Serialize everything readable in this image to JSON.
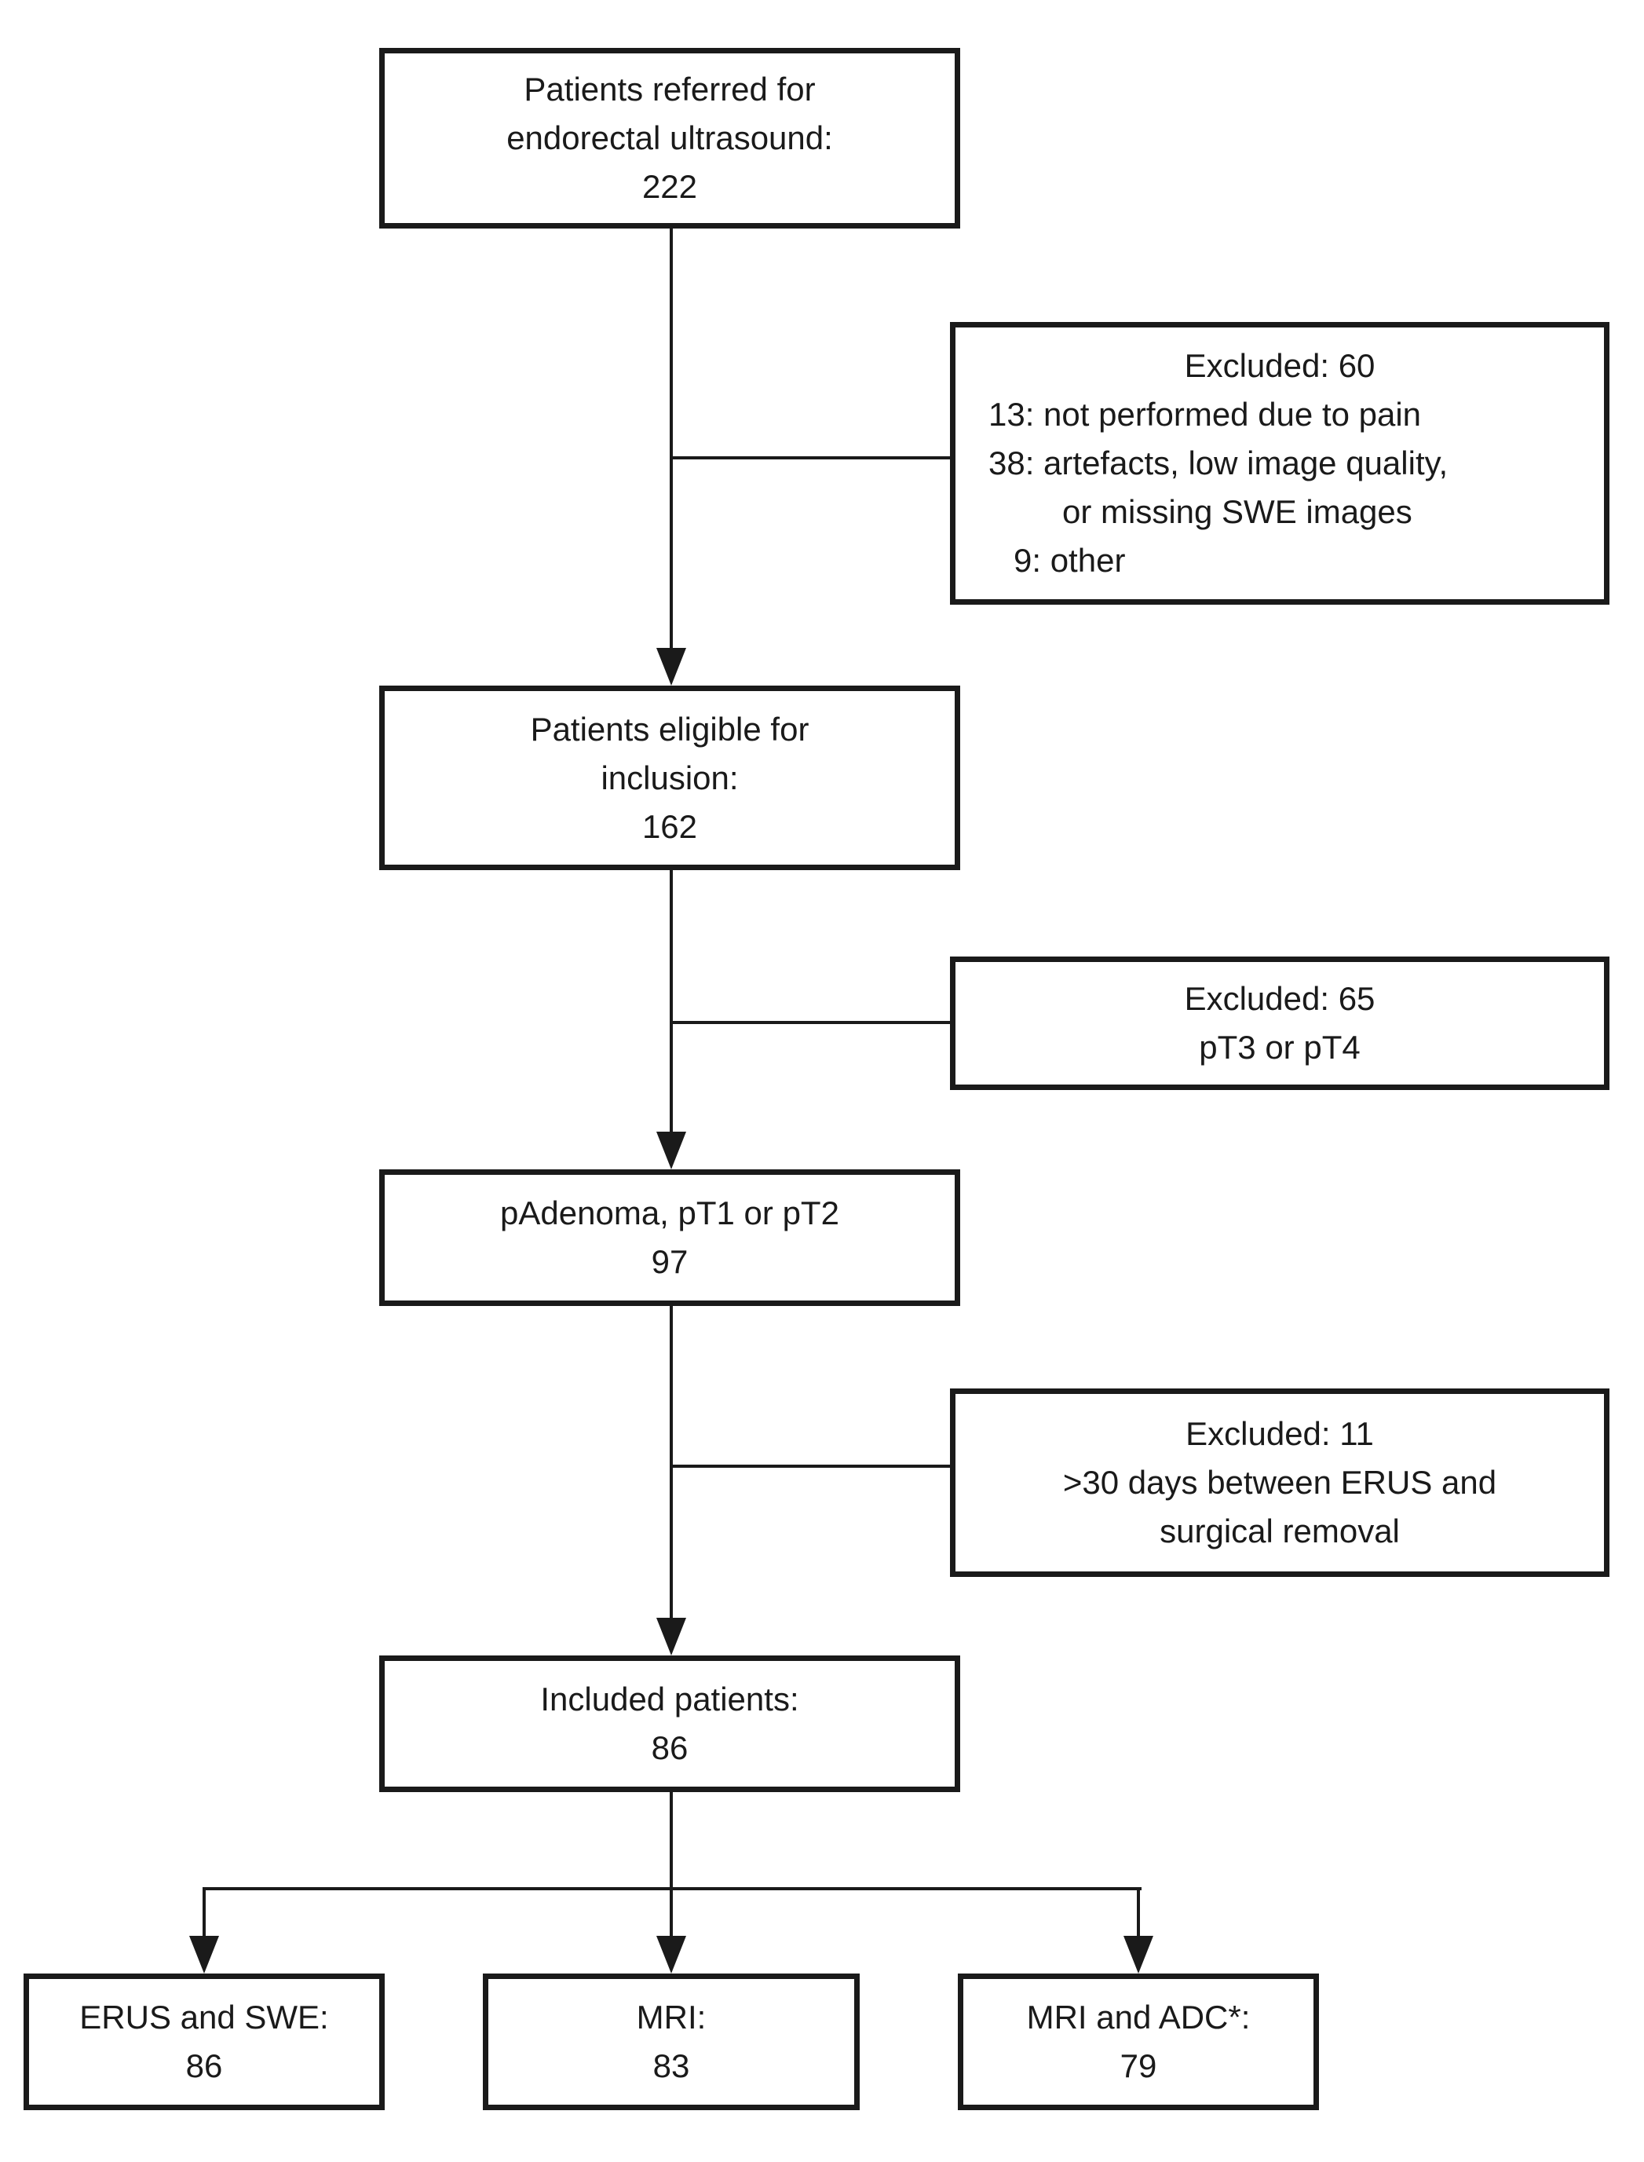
{
  "flowchart": {
    "colors": {
      "background": "#ffffff",
      "line": "#1a1a1a",
      "text": "#1a1a1a"
    },
    "referred": {
      "lines": [
        "Patients referred for",
        "endorectal ultrasound:",
        "222"
      ]
    },
    "excluded_1": {
      "lines": [
        "Excluded: 60",
        "13: not performed due to pain",
        "38: artefacts, low image quality,",
        "or missing SWE images",
        "9: other"
      ]
    },
    "eligible": {
      "lines": [
        "Patients eligible for",
        "inclusion:",
        "162"
      ]
    },
    "excluded_2": {
      "lines": [
        "Excluded: 65",
        "pT3 or pT4"
      ]
    },
    "padenoma": {
      "lines": [
        "pAdenoma, pT1 or pT2",
        "97"
      ]
    },
    "excluded_3": {
      "lines": [
        "Excluded: 11",
        ">30 days between ERUS and",
        "surgical removal"
      ]
    },
    "included": {
      "lines": [
        "Included patients:",
        "86"
      ]
    },
    "erus_swe": {
      "lines": [
        "ERUS and SWE:",
        "86"
      ]
    },
    "mri": {
      "lines": [
        "MRI:",
        "83"
      ]
    },
    "mri_adc": {
      "lines": [
        "MRI and ADC*:",
        "79"
      ]
    }
  }
}
